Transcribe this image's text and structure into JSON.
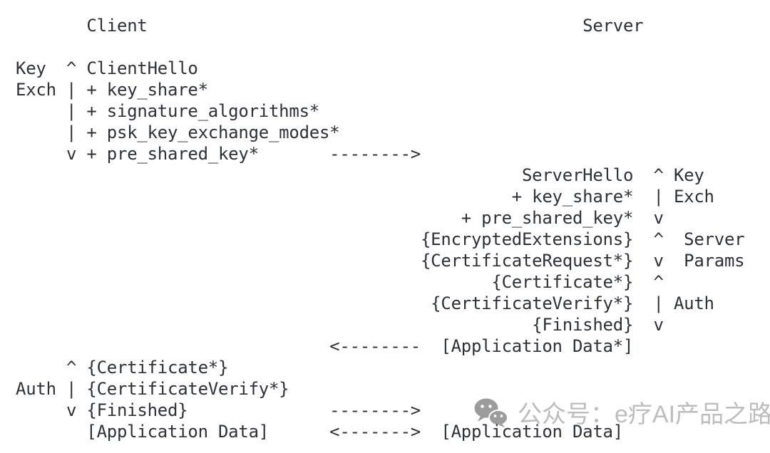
{
  "diagram": {
    "description": "TLS 1.3 full handshake message flow between Client and Server",
    "lines": [
      "       Client                                           Server",
      "",
      "Key  ^ ClientHello",
      "Exch | + key_share*",
      "     | + signature_algorithms*",
      "     | + psk_key_exchange_modes*",
      "     v + pre_shared_key*       -------->",
      "                                                  ServerHello  ^ Key",
      "                                                 + key_share*  | Exch",
      "                                            + pre_shared_key*  v",
      "                                        {EncryptedExtensions}  ^  Server",
      "                                        {CertificateRequest*}  v  Params",
      "                                               {Certificate*}  ^",
      "                                         {CertificateVerify*}  | Auth",
      "                                                   {Finished}  v",
      "                               <--------  [Application Data*]",
      "     ^ {Certificate*}",
      "Auth | {CertificateVerify*}",
      "     v {Finished}              -------->",
      "       [Application Data]      <------->  [Application Data]"
    ]
  },
  "watermark": {
    "icon": "wechat-icon",
    "text": "公众号：e疗AI产品之路"
  },
  "colors": {
    "background": "#ffffff",
    "diagram_text": "#2d3239",
    "watermark_text": "#bdbdbd",
    "watermark_icon": "#9c9c9c"
  }
}
